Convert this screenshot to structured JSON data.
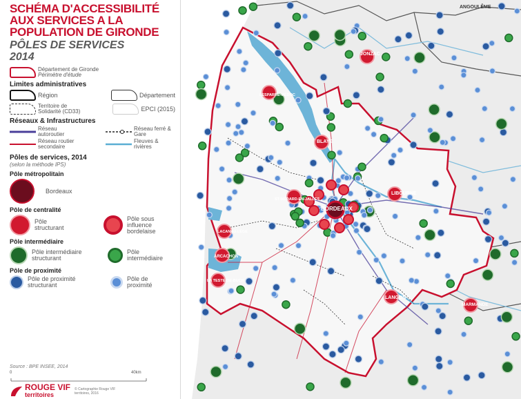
{
  "title_lines": [
    "SCHÉMA D'ACCESSIBILITÉ",
    "AUX SERVICES A LA",
    "POPULATION DE GIRONDE"
  ],
  "subtitle_lines": [
    "PÔLES DE SERVICES",
    "2014"
  ],
  "legend": {
    "dept_label": "Département de Gironde",
    "dept_sub": "Périmètre d'étude",
    "limites_title": "Limites administratives",
    "region_label": "Région",
    "departement_label": "Département",
    "territoire_label": "Territoire de Solidarité (CD33)",
    "epci_label": "EPCI (2015)",
    "reseaux_title": "Réseaux & Infrastructures",
    "autoroutier_label": "Réseau autoroutier",
    "ferre_label": "Réseau ferré & Gare",
    "routier_label": "Réseau routier secondaire",
    "fleuves_label": "Fleuves & rivières",
    "poles_title": "Pôles de services, 2014",
    "poles_sub": "(selon la méthode IPS)",
    "metro_title": "Pôle métropolitain",
    "metro_label": "Bordeaux",
    "centralite_title": "Pôle de centralité",
    "structurant_label": "Pôle structurant",
    "influence_label": "Pôle sous influence bordelaise",
    "intermediaire_title": "Pôle intermédiaire",
    "inter_struct_label": "Pôle intermédiaire structurant",
    "inter_label": "Pôle intermédiaire",
    "proximite_title": "Pôle de proximité",
    "prox_struct_label": "Pôle de proximité structurant",
    "prox_label": "Pôle de proximité"
  },
  "source": "Source : BPE INSEE, 2014",
  "scale": {
    "start": "0",
    "end": "40km"
  },
  "brand": {
    "name_1": "ROUGE VIF",
    "name_2": "territoires",
    "copyright": "© Cartographie Rouge VIF territoires, 2016"
  },
  "colors": {
    "accent": "#c8102e",
    "metro": "#6b0d1e",
    "structurant": "#d1192f",
    "influence": "#e8454f",
    "inter_struct": "#1f6b2b",
    "inter": "#3aa64a",
    "prox_struct": "#2a5aa0",
    "prox": "#5b8fd6",
    "water": "#6db4d8",
    "land": "#e9e9e9",
    "dept_fill": "#f7f7f7"
  },
  "map_labels": {
    "angouleme": "ANGOULÊME",
    "jonzac": "JONZAC",
    "blaye": "BLAYE",
    "lesparre": "LESPARRE-MÉDOC",
    "libourne": "LIBOURNE",
    "bordeaux": "BORDEAUX",
    "stmedard": "ST-MÉDARD-EN-JALLES",
    "lacanau": "LACANAU-LÈGE",
    "arcachon": "ARCACHON",
    "testebuch": "LA TESTE-DE-BUCH",
    "langon": "LANGON",
    "marmande": "MARMANDE"
  }
}
